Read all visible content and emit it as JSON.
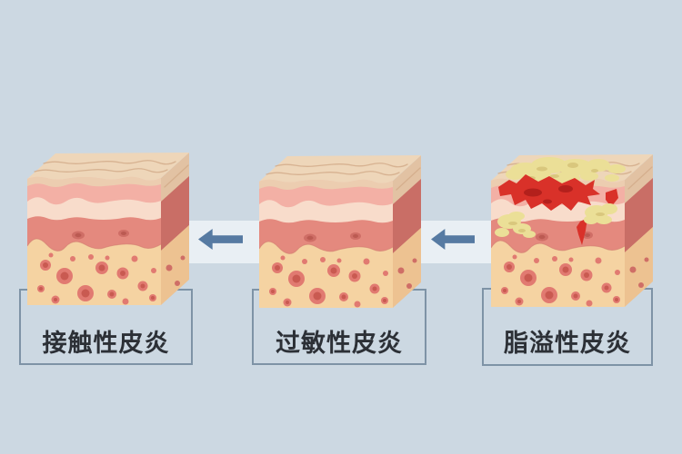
{
  "diagram": {
    "blocks": [
      {
        "id": "contact-dermatitis",
        "label": "接触性皮炎",
        "type": "normal-skin-cross-section"
      },
      {
        "id": "allergic-dermatitis",
        "label": "过敏性皮炎",
        "type": "normal-skin-cross-section"
      },
      {
        "id": "seborrheic-dermatitis",
        "label": "脂溢性皮炎",
        "type": "inflamed-crusted-skin-cross-section"
      }
    ],
    "arrows": [
      {
        "icon": "arrow-left-icon",
        "direction": "left"
      },
      {
        "icon": "arrow-left-icon",
        "direction": "left"
      }
    ]
  },
  "colors": {
    "bg": "#ccd8e2",
    "band": "#e9eff4",
    "arrow": "#567aa2",
    "box-border": "#7e93a6",
    "label-text": "#2c3036",
    "skin-top": "#eed6b9",
    "skin-top-line": "#d2ab89",
    "skin-surface": "#eccdb0",
    "skin-epidermis": "#f3b0a5",
    "skin-dermis-light": "#f8dccb",
    "skin-dermis": "#e4897e",
    "skin-dermis-edge": "#d07a6e",
    "skin-hypodermis": "#f5d3a2",
    "skin-side": "#e2c2a3",
    "skin-side-dermis": "#c96e66",
    "skin-side-hypodermis": "#edc291",
    "blob": "#e17a71",
    "blob-core": "#c95a51",
    "dermis-spot": "#cf6e66",
    "dermis-spot-core": "#bb5a52",
    "crust": "#ebdf97",
    "crust-shadow": "#d9c77d",
    "inflammation": "#d93129",
    "inflammation-dark": "#b3201c"
  }
}
